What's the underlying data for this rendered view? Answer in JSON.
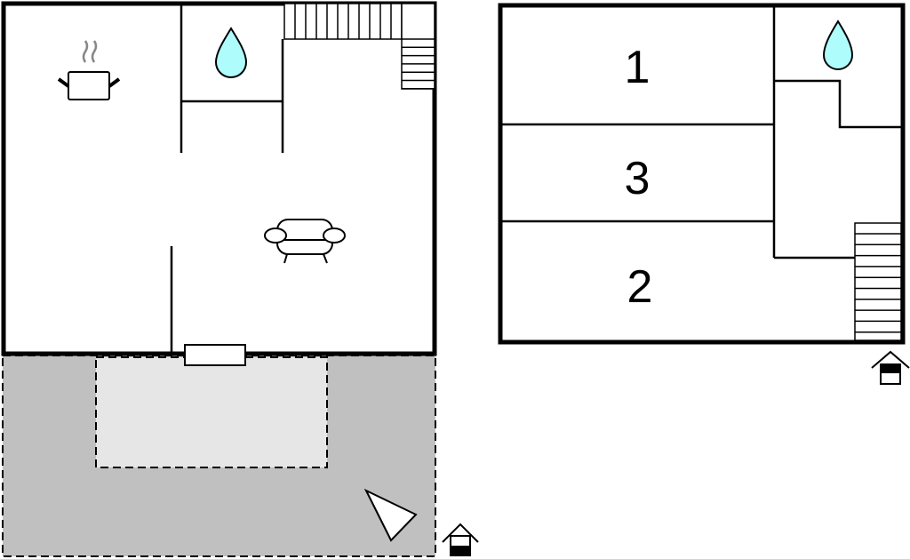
{
  "floor_plan": {
    "ground_floor": {
      "icons": [
        "kitchen-pot-icon",
        "bathroom-water-drop-icon",
        "living-room-sofa-icon",
        "compass-north-icon",
        "entrance-house-icon"
      ]
    },
    "upper_floor": {
      "bedrooms": [
        {
          "label": "1"
        },
        {
          "label": "3"
        },
        {
          "label": "2"
        }
      ],
      "icons": [
        "bathroom-water-drop-icon",
        "entrance-house-icon"
      ]
    },
    "colors": {
      "water": "#aefcfc",
      "terrace": "#c0c0c0",
      "terrace_inner": "#e6e6e6",
      "wall": "#000000"
    }
  }
}
